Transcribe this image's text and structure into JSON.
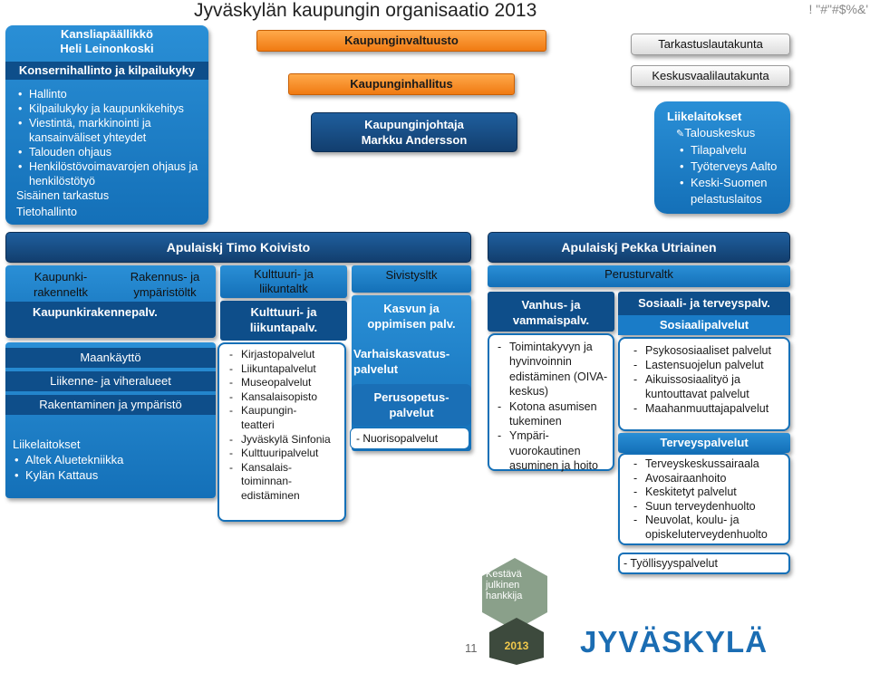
{
  "title": "Jyväskylän kaupungin organisaatio 2013",
  "corner_text": "! \"#\"#$%&'",
  "mayor_box": {
    "title_line1": "Kansliapäällikkö",
    "title_line2": "Heli Leinonkoski",
    "band": "Konsernihallinto ja kilpailukyky",
    "items": [
      "Hallinto",
      "Kilpailukyky ja kaupunkikehitys",
      "Viestintä, markkinointi ja kansainväliset yhteydet",
      "Talouden ohjaus",
      "Henkilöstövoimavarojen ohjaus ja henkilöstötyö"
    ],
    "extra1": "Sisäinen tarkastus",
    "extra2": "Tietohallinto"
  },
  "council": "Kaupunginvaltuusto",
  "board": "Kaupunginhallitus",
  "mayor": {
    "line1": "Kaupunginjohtaja",
    "line2": "Markku Andersson"
  },
  "audit": "Tarkastuslautakunta",
  "election": "Keskusvaalilautakunta",
  "enterprises": {
    "title": "Liikelaitokset",
    "first": "Talouskeskus",
    "items": [
      "Tilapalvelu",
      "Työterveys Aalto",
      "Keski-Suomen pelastuslaitos"
    ]
  },
  "deputy1": "Apulaiskj Timo Koivisto",
  "deputy2": "Apulaiskj Pekka Utriainen",
  "kaupunkirakenne": {
    "line1": "Kaupunki-",
    "line2": "rakenneltk"
  },
  "rakennus": {
    "line1": "Rakennus- ja",
    "line2": "ympäristöltk"
  },
  "kaupunkirakennepalv": "Kaupunkirakennepalv.",
  "maankaytto": "Maankäyttö",
  "liikenne": "Liikenne- ja viheralueet",
  "rakentaminen": "Rakentaminen ja ympäristö",
  "ktr_enterprises": {
    "title": "Liikelaitokset",
    "items": [
      "Altek Aluetekniikka",
      "Kylän Kattaus"
    ]
  },
  "kulttuuri_ltk": {
    "line1": "Kulttuuri- ja",
    "line2": "liikuntaltk"
  },
  "kulttuuri_palv": {
    "line1": "Kulttuuri- ja",
    "line2": "liikuntapalv."
  },
  "kulttuuri_items": [
    "Kirjastopalvelut",
    "Liikuntapalvelut",
    "Museopalvelut",
    "Kansalaisopisto",
    "Kaupungin-teatteri",
    "Jyväskylä Sinfonia",
    "Kulttuuripalvelut",
    "Kansalais-toiminnan-edistäminen"
  ],
  "sivistys_ltk": "Sivistysltk",
  "kasvun": {
    "line1": "Kasvun ja",
    "line2": "oppimisen palv."
  },
  "varhais": {
    "line1": "Varhaiskasvatus-",
    "line2": "palvelut"
  },
  "perusopetus": {
    "line1": "Perusopetus-",
    "line2": "palvelut"
  },
  "nuoriso": "- Nuorisopalvelut",
  "perusturva": "Perusturvaltk",
  "vanhus": {
    "line1": "Vanhus- ja",
    "line2": "vammaispalv."
  },
  "vanhus_items": [
    "Toimintakyvyn ja hyvinvoinnin edistäminen (OIVA-keskus)",
    "Kotona asumisen tukeminen",
    "Ympäri-vuorokautinen asuminen ja hoito"
  ],
  "sosiaali_terveys": "Sosiaali- ja terveyspalv.",
  "sosiaalipalvelut": "Sosiaalipalvelut",
  "sosiaali_items": [
    "Psykososiaaliset palvelut",
    "Lastensuojelun palvelut",
    "Aikuissosiaalityö ja kuntouttavat palvelut",
    "Maahanmuuttajapalvelut"
  ],
  "terveyspalvelut": "Terveyspalvelut",
  "terveys_items": [
    "Terveyskeskussairaala",
    "Avosairaanhoito",
    "Keskitetyt palvelut",
    "Suun terveydenhuolto",
    "Neuvolat, koulu- ja opiskeluterveydenhuolto"
  ],
  "tyollisyys": "- Työllisyyspalvelut",
  "badge": {
    "line1": "Kestävä",
    "line2": "julkinen",
    "line3": "hankkija",
    "year": "2013"
  },
  "page_number": "11",
  "logo": "JYVÄSKYLÄ",
  "colors": {
    "blue": "#1f7fc9",
    "dark_blue": "#16477d",
    "orange": "#f5891f",
    "badge_green": "#8aa08a",
    "badge_dark": "#3d4a3d",
    "logo_blue": "#1b6db3"
  }
}
